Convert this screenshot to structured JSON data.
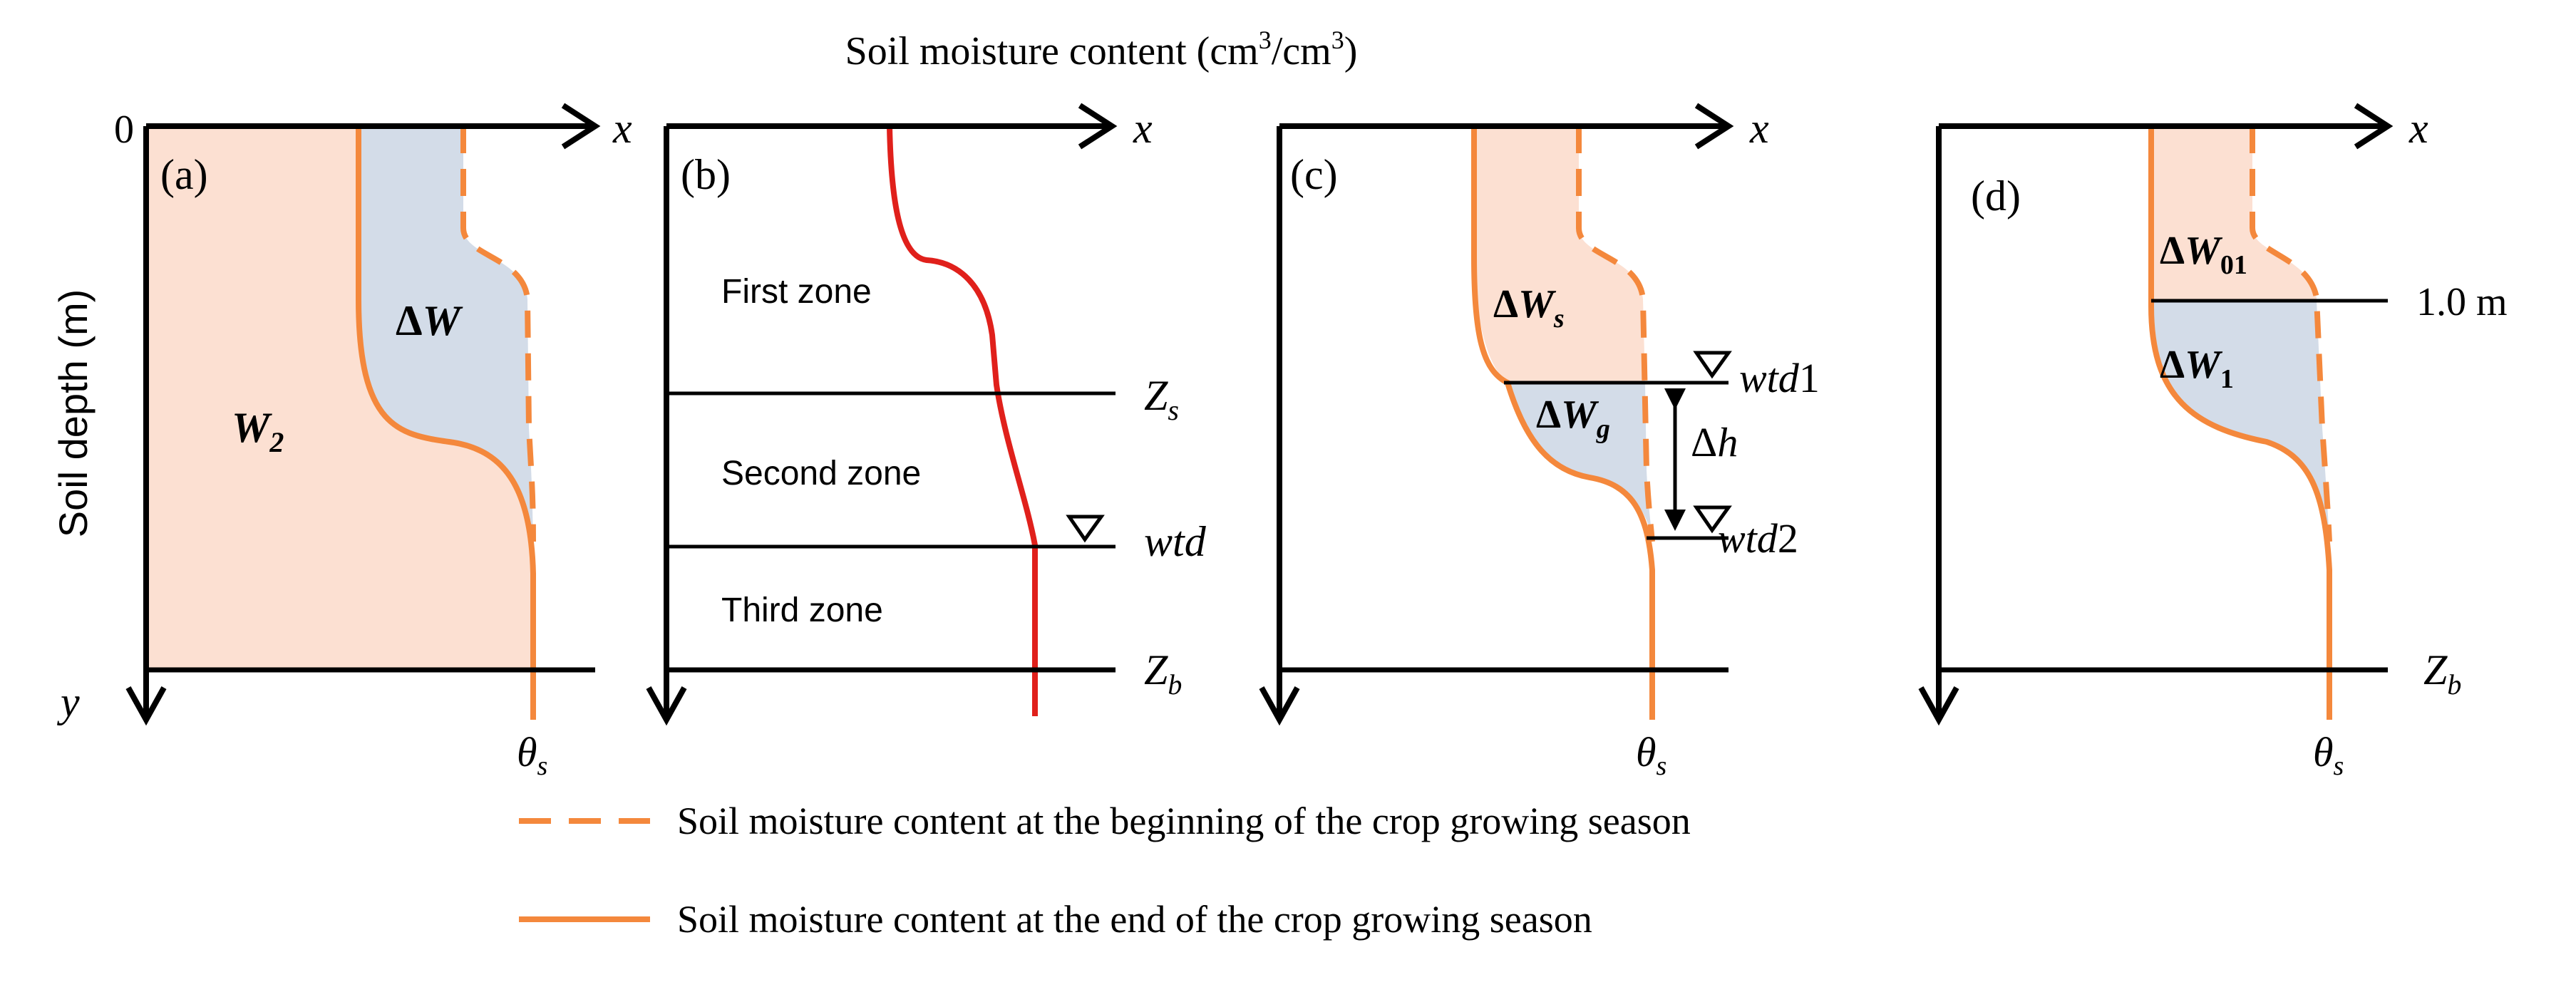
{
  "figure": {
    "top_label": "Soil moisture content (cm",
    "top_label_sup1": "3",
    "top_label_mid": "/cm",
    "top_label_sup2": "3",
    "top_label_end": ")",
    "y_axis_label": "Soil depth (m)",
    "origin_label": "0",
    "x_label": "x",
    "y_label": "y"
  },
  "panels": {
    "a": {
      "tag": "(a)",
      "w2_base": "W",
      "w2_sub": "2",
      "dw_delta": "Δ",
      "dw_base": "W",
      "theta_base": "θ",
      "theta_sub": "s"
    },
    "b": {
      "tag": "(b)",
      "zone1": "First zone",
      "zone2": "Second zone",
      "zone3": "Third zone",
      "zs_base": "Z",
      "zs_sub": "s",
      "wtd": "wtd",
      "zb_base": "Z",
      "zb_sub": "b"
    },
    "c": {
      "tag": "(c)",
      "dws_delta": "Δ",
      "dws_base": "W",
      "dws_sub": "s",
      "dwg_delta": "Δ",
      "dwg_base": "W",
      "dwg_sub": "g",
      "wtd1_base": "wtd",
      "wtd1_num": "1",
      "wtd2_base": "wtd",
      "wtd2_num": "2",
      "dh_delta": "Δ",
      "dh_base": "h",
      "theta_base": "θ",
      "theta_sub": "s"
    },
    "d": {
      "tag": "(d)",
      "dw01_delta": "Δ",
      "dw01_base": "W",
      "dw01_sub": "01",
      "dw1_delta": "Δ",
      "dw1_base": "W",
      "dw1_sub": "1",
      "depth_marker": "1.0 m",
      "zb_base": "Z",
      "zb_sub": "b",
      "theta_base": "θ",
      "theta_sub": "s"
    }
  },
  "legend": {
    "dashed": "Soil moisture content at the beginning of the crop growing season",
    "solid": "Soil moisture content at the end of the crop growing season"
  },
  "colors": {
    "orange_line": "#F4883C",
    "red_line": "#E0201B",
    "peach_fill": "#FCE0D2",
    "blue_fill": "#D3DCE8",
    "axis": "#000000"
  }
}
